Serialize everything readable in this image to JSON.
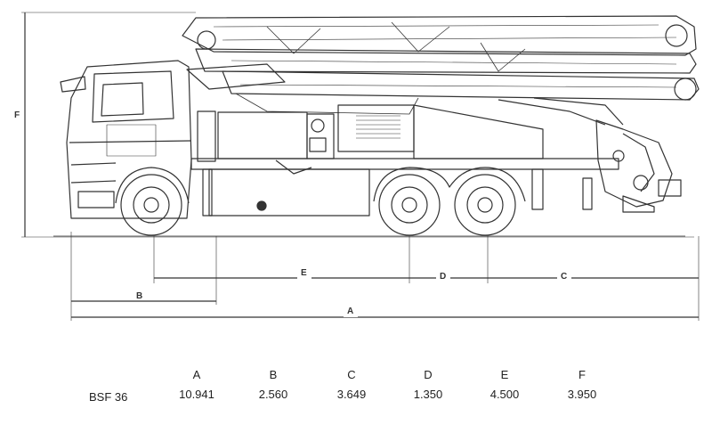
{
  "dimension_labels": {
    "A": "A",
    "B": "B",
    "C": "C",
    "D": "D",
    "E": "E",
    "F": "F"
  },
  "spec": {
    "model": "BSF 36",
    "columns": [
      {
        "key": "A",
        "value": "10.941"
      },
      {
        "key": "B",
        "value": "2.560"
      },
      {
        "key": "C",
        "value": "3.649"
      },
      {
        "key": "D",
        "value": "1.350"
      },
      {
        "key": "E",
        "value": "4.500"
      },
      {
        "key": "F",
        "value": "3.950"
      }
    ]
  }
}
